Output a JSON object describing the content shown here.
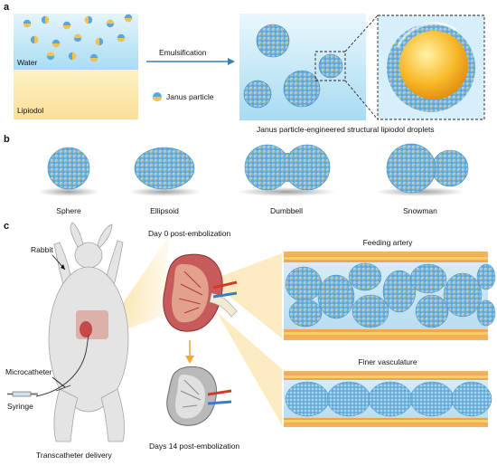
{
  "panels": {
    "a": {
      "letter": "a",
      "water_label": "Water",
      "lipiodol_label": "Lipiodol",
      "arrow_label": "Emulsification",
      "legend_label": "Janus particle",
      "caption": "Janus particle-engineered structural lipiodol droplets"
    },
    "b": {
      "letter": "b",
      "shapes": [
        "Sphere",
        "Ellipsoid",
        "Dumbbell",
        "Snowman"
      ]
    },
    "c": {
      "letter": "c",
      "rabbit_label": "Rabbit",
      "microcatheter_label": "Microcatheter",
      "syringe_label": "Syringe",
      "delivery_label": "Transcatheter delivery",
      "day0_label": "Day 0 post-embolization",
      "day14_label": "Days 14 post-embolization",
      "feeding_label": "Feeding artery",
      "finer_label": "Finer vasculature"
    }
  },
  "colors": {
    "water": "#bfe6f6",
    "lipiodol": "#fbe6a8",
    "droplet": "#7fbde0",
    "particle_blue": "#3a8fc9",
    "particle_gold": "#e3b33c",
    "vessel_orange": "#e48a3a",
    "kidney_red": "#c44a4a"
  }
}
